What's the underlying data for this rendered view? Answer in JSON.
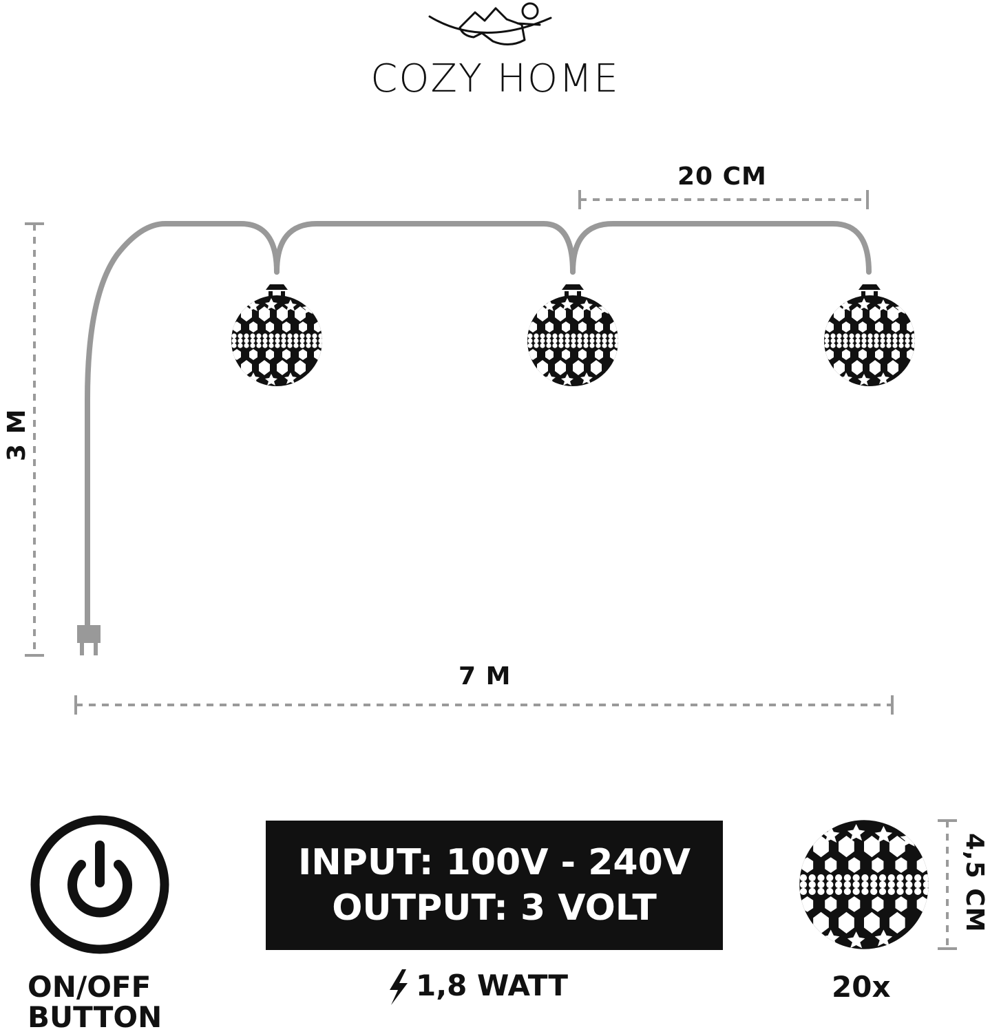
{
  "brand": {
    "name": "COZY HOME",
    "logo_icon": "person-in-hammock-icon"
  },
  "dimensions": {
    "spacing": "20 CM",
    "height": "3 M",
    "length": "7 M",
    "ball_diameter": "4,5 CM"
  },
  "specs": {
    "input": "INPUT: 100V - 240V",
    "output": "OUTPUT: 3 VOLT",
    "power": "1,8 WATT",
    "power_icon": "lightning-bolt-icon"
  },
  "power_button": {
    "icon": "power-button-icon",
    "label_line1": "ON/OFF",
    "label_line2": "BUTTON"
  },
  "ball_count": "20x",
  "colors": {
    "cable": "#999999",
    "ink": "#111111",
    "dash": "#9a9a9a"
  }
}
